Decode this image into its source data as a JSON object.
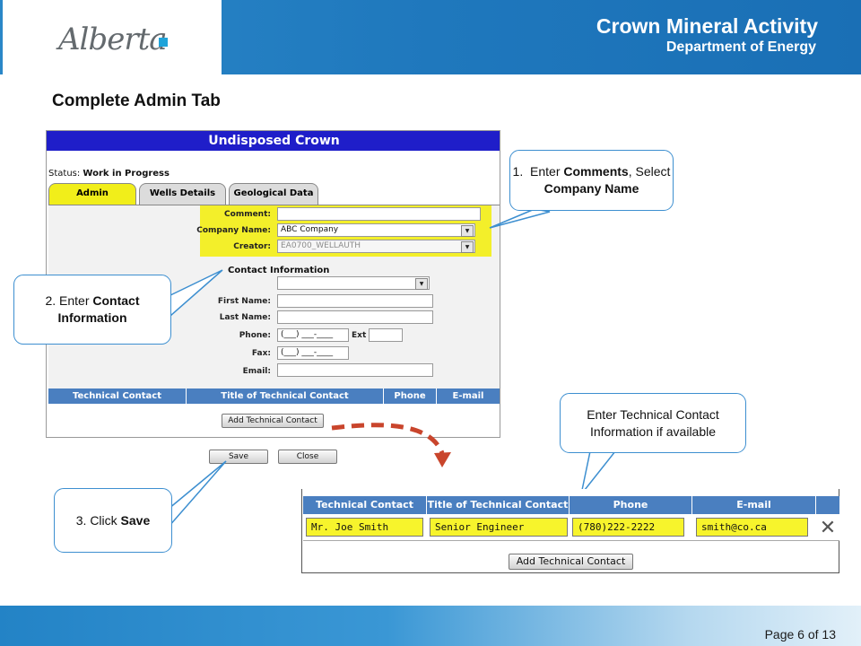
{
  "header": {
    "logo_text": "Alberta",
    "title": "Crown Mineral Activity",
    "subtitle": "Department of Energy",
    "colors": {
      "header_blue": "#1f78bd",
      "logo_square": "#1fa3d9"
    }
  },
  "slide_title": "Complete Admin Tab",
  "form": {
    "bar_title": "Undisposed Crown",
    "status_label": "Status:",
    "status_value": "Work in Progress",
    "tabs": [
      {
        "label": "Admin",
        "active": true
      },
      {
        "label": "Wells Details",
        "active": false
      },
      {
        "label": "Geological Data",
        "active": false
      }
    ],
    "fields": {
      "comment_label": "Comment:",
      "comment_value": "",
      "company_label": "Company Name:",
      "company_value": "ABC Company",
      "creator_label": "Creator:",
      "creator_value": "EA0700_WELLAUTH",
      "contact_section": "Contact Information",
      "contact_select_value": "",
      "first_name_label": "First Name:",
      "last_name_label": "Last Name:",
      "phone_label": "Phone:",
      "phone_placeholder": "(___) ___-____",
      "ext_label": "Ext",
      "fax_label": "Fax:",
      "fax_placeholder": "(___) ___-____",
      "email_label": "Email:"
    },
    "tech_table_headers": [
      "Technical Contact",
      "Title of Technical Contact",
      "Phone",
      "E-mail"
    ],
    "add_tech_button": "Add Technical Contact",
    "save_button": "Save",
    "close_button": "Close",
    "highlight_color": "#f3ef2a"
  },
  "callouts": {
    "c1_num": "1.",
    "c1_pre": "Enter ",
    "c1_b1": "Comments",
    "c1_mid": ", Select ",
    "c1_b2": "Company Name",
    "c2_pre": "2. Enter ",
    "c2_b": "Contact Information",
    "c3_pre": "3.  Click ",
    "c3_b": "Save",
    "c4_text": "Enter Technical Contact Information if available"
  },
  "example": {
    "headers": [
      "Technical Contact",
      "Title of Technical Contact",
      "Phone",
      "E-mail"
    ],
    "row": [
      "Mr. Joe Smith",
      "Senior Engineer",
      "(780)222-2222",
      "smith@co.ca"
    ],
    "add_button": "Add Technical Contact",
    "arrow_color": "#c9452c"
  },
  "footer": {
    "page": "Page 6 of 13"
  }
}
